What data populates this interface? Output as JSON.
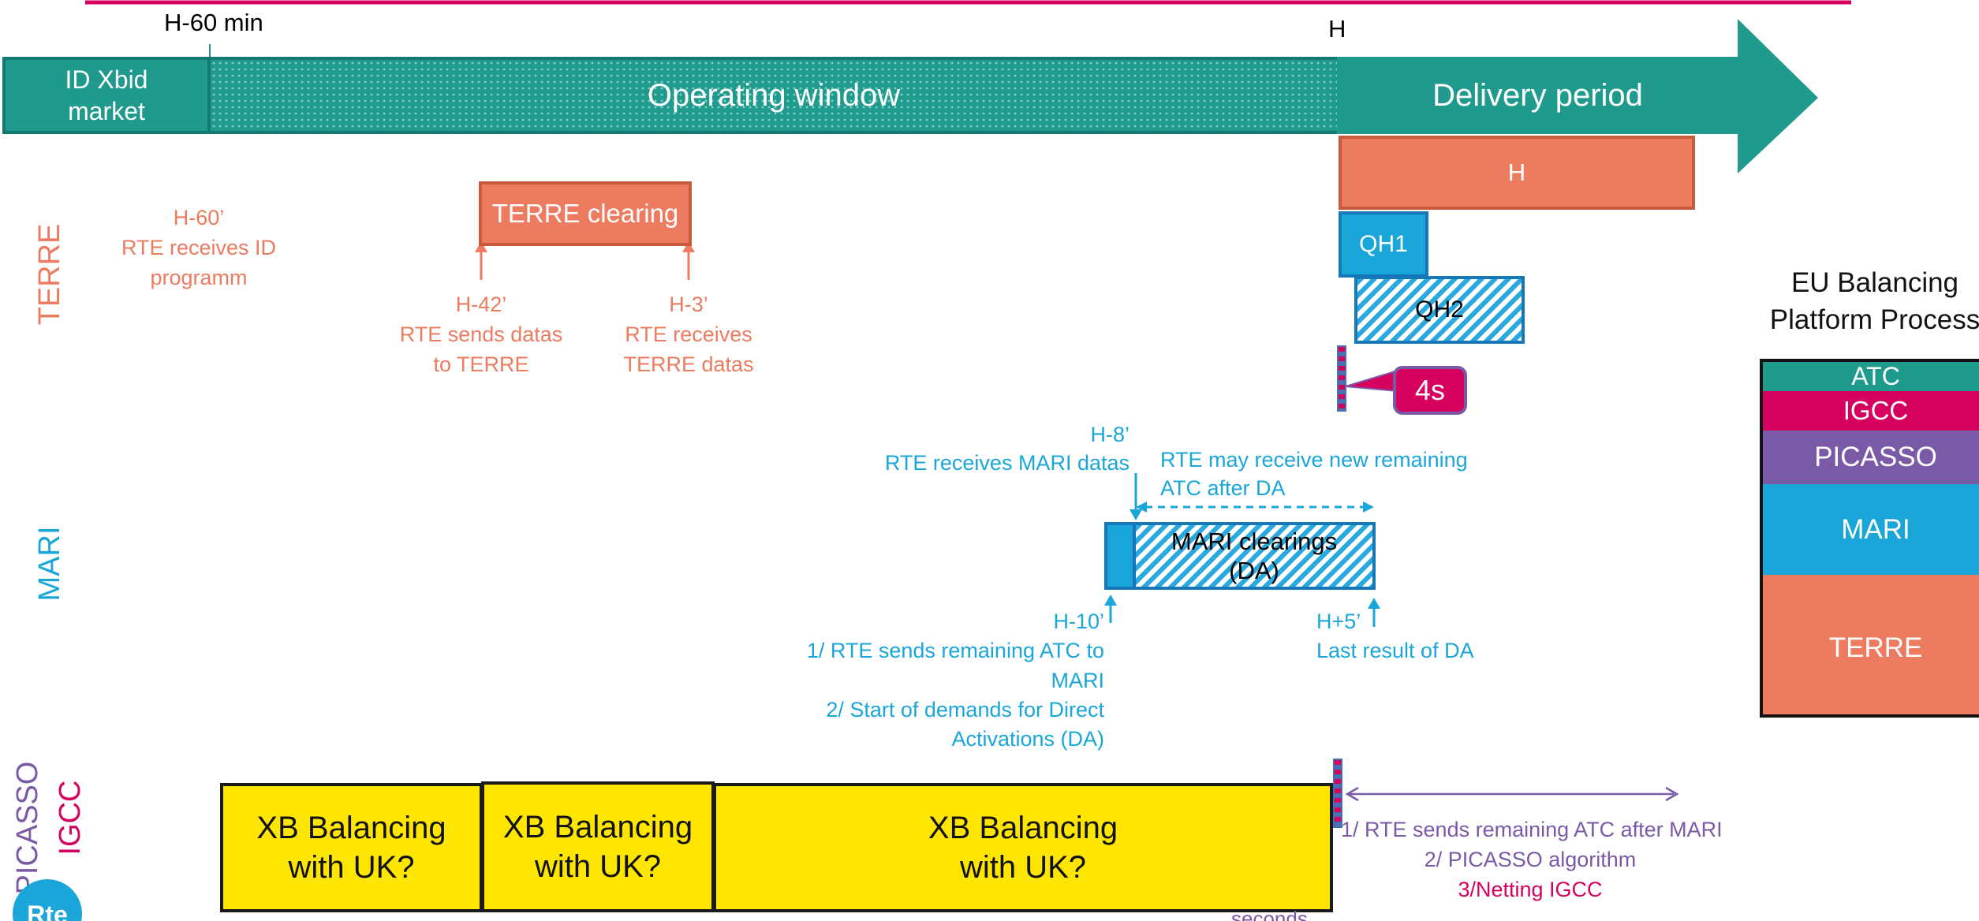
{
  "timeline": {
    "h60_label": "H-60 min",
    "h_label": "H",
    "idxbid_label": "ID Xbid\nmarket",
    "operating_window_label": "Operating window",
    "delivery_period_label": "Delivery period"
  },
  "rows": {
    "terre": "TERRE",
    "mari": "MARI",
    "picasso": "PICASSO",
    "igcc": "IGCC"
  },
  "terre": {
    "h60_note": "H-60’\nRTE receives ID\nprogramm",
    "clearing_label": "TERRE clearing",
    "h42_note": "H-42’\nRTE sends datas\nto TERRE",
    "h3_note": "H-3’\nRTE receives\nTERRE datas"
  },
  "delivery": {
    "h_box": "H",
    "qh1": "QH1",
    "qh2": "QH2",
    "four_s": "4s"
  },
  "mari": {
    "h8_note": "H-8’\nRTE receives MARI datas",
    "new_atc_note": "RTE may receive new remaining\nATC after DA",
    "clearings_label": "MARI clearings\n(DA)",
    "h10_note": "H-10’\n1/ RTE sends remaining ATC to\nMARI\n2/ Start of demands for Direct\nActivations (DA)",
    "h5_note": "H+5’\nLast result of DA"
  },
  "xb": {
    "box1": "XB Balancing\nwith UK?",
    "box2": "XB Balancing\nwith UK?",
    "box3": "XB Balancing\nwith UK?"
  },
  "picasso": {
    "line1": "1/ RTE sends remaining ATC after MARI",
    "line2": "2/ PICASSO algorithm",
    "line3": "3/Netting IGCC",
    "cut_text": "seconds"
  },
  "legend": {
    "title": "EU Balancing\nPlatform Process",
    "items": [
      "ATC",
      "IGCC",
      "PICASSO",
      "MARI",
      "TERRE"
    ]
  },
  "logo_text": "Rte",
  "colors": {
    "teal": "#1f9a8c",
    "salmon": "#ec7b5f",
    "cyan": "#1aa6d9",
    "purple": "#7a5aa6",
    "magenta": "#d6005e",
    "yellow": "#ffe600"
  }
}
